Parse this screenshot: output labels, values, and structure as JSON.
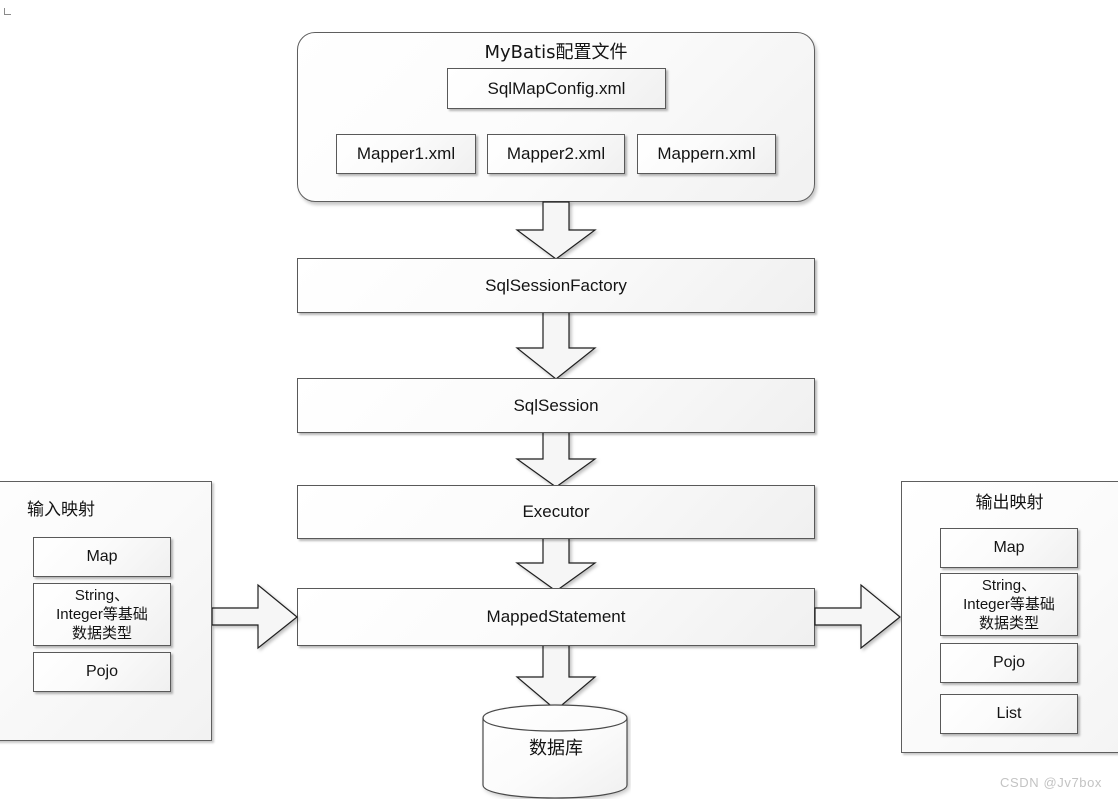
{
  "diagram": {
    "title_note": "MyBatis architecture flow diagram",
    "config_container": {
      "title": "MyBatis配置文件",
      "main_config": "SqlMapConfig.xml",
      "mappers": [
        "Mapper1.xml",
        "Mapper2.xml",
        "Mappern.xml"
      ]
    },
    "chain": [
      {
        "label": "SqlSessionFactory"
      },
      {
        "label": "SqlSession"
      },
      {
        "label": "Executor"
      },
      {
        "label": "MappedStatement"
      }
    ],
    "database": {
      "label": "数据库"
    },
    "input_panel": {
      "title": "输入映射",
      "items": [
        "Map",
        "String、\nInteger等基础\n数据类型",
        "Pojo"
      ]
    },
    "output_panel": {
      "title": "输出映射",
      "items": [
        "Map",
        "String、\nInteger等基础\n数据类型",
        "Pojo",
        "List"
      ]
    },
    "arrows": {
      "down_count": 5,
      "right_count": 2,
      "style": "block-arrow-outline"
    },
    "watermark": "CSDN @Jv7box",
    "colors": {
      "stroke": "#595959",
      "fill_light": "#ffffff",
      "fill_dark": "#f0f0f0",
      "text": "#141414",
      "watermark": "#c3c3c3",
      "background": "#ffffff"
    }
  }
}
